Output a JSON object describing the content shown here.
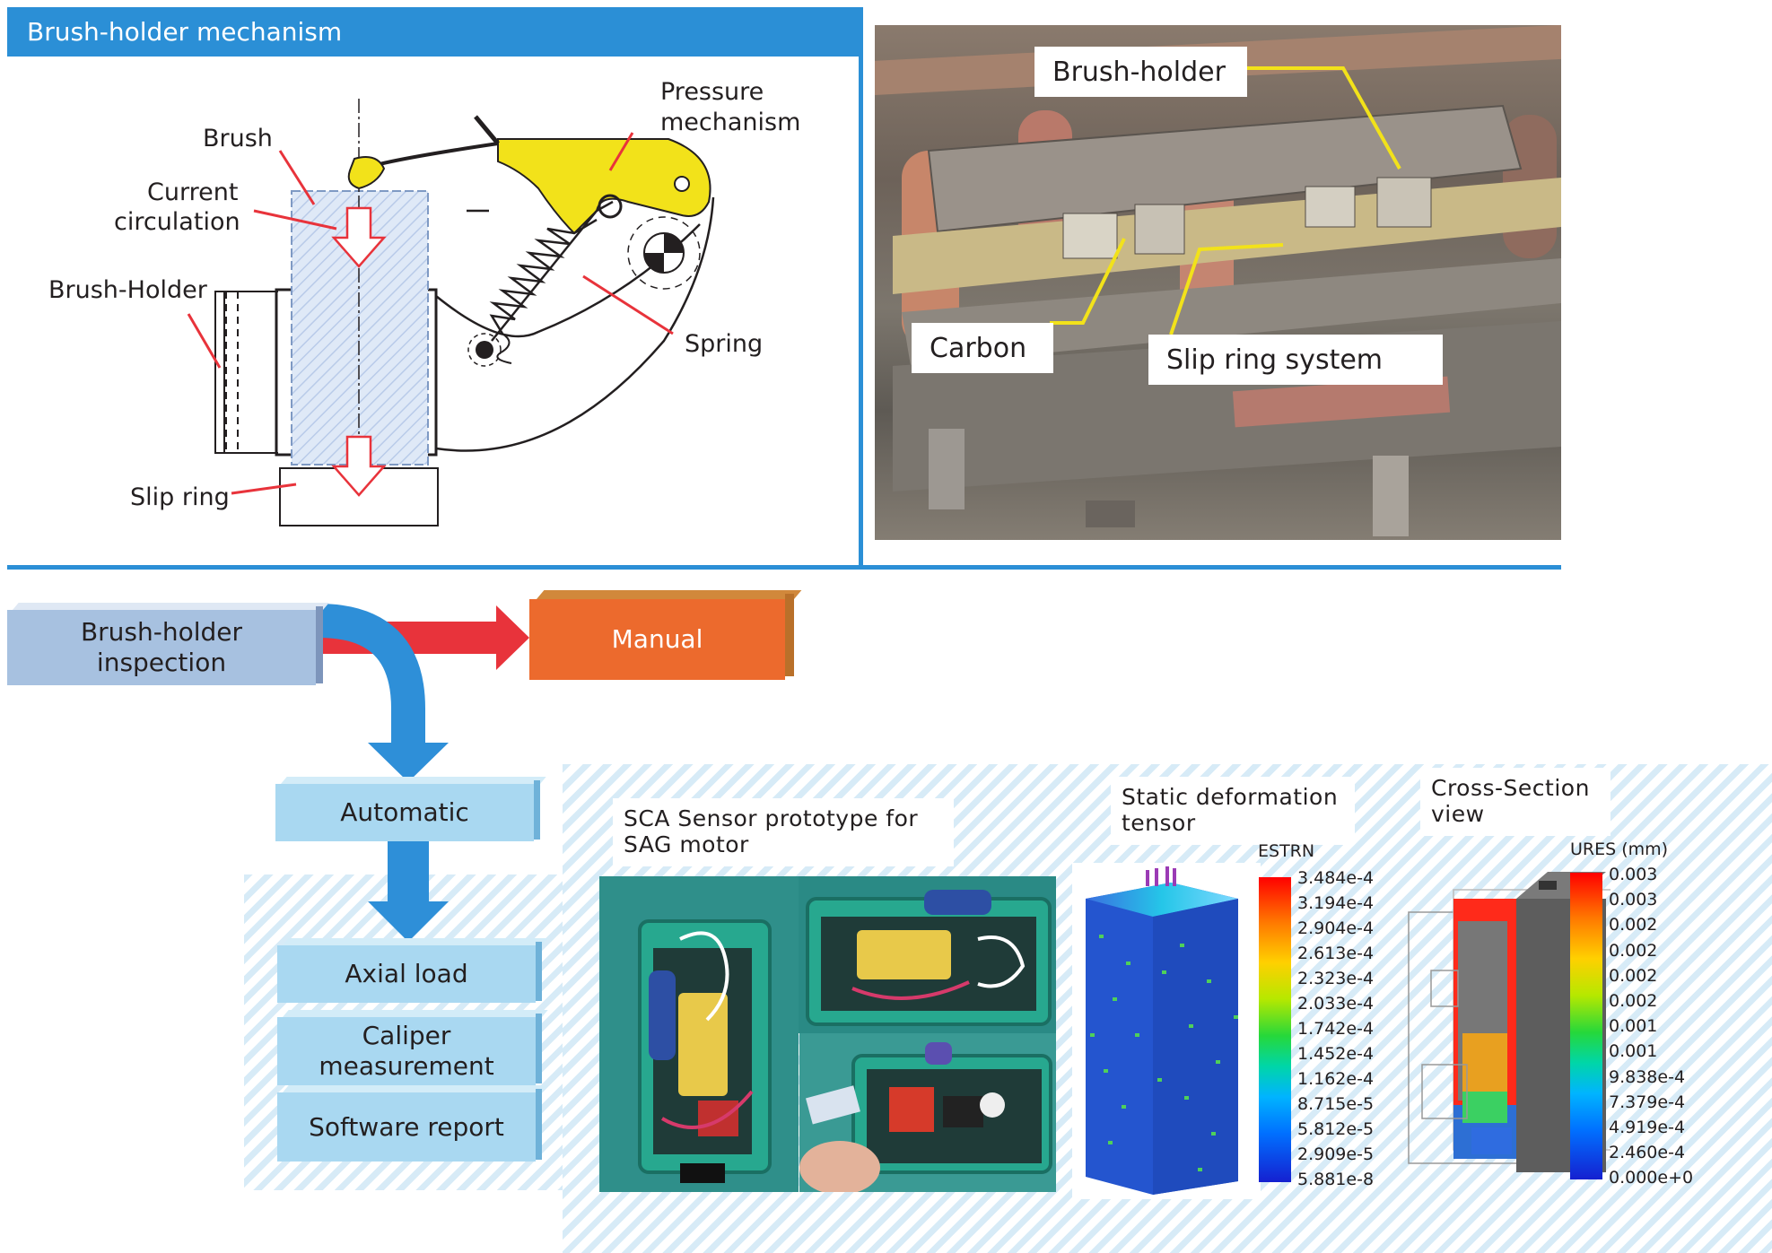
{
  "header": {
    "title": "Brush-holder mechanism"
  },
  "diagram_labels": {
    "brush": "Brush",
    "current_line1": "Current",
    "current_line2": "circulation",
    "pressure_line1": "Pressure",
    "pressure_line2": "mechanism",
    "brush_holder": "Brush-Holder",
    "spring": "Spring",
    "slip_ring": "Slip ring"
  },
  "photo_labels": {
    "brush_holder": "Brush-holder",
    "carbon": "Carbon",
    "slip_ring_system": "Slip ring system"
  },
  "flow": {
    "inspection_line1": "Brush-holder",
    "inspection_line2": "inspection",
    "manual": "Manual",
    "automatic": "Automatic",
    "axial_load": "Axial load",
    "caliper_line1": "Caliper",
    "caliper_line2": "measurement",
    "software_report": "Software report"
  },
  "panels": {
    "sensor_line1": "SCA Sensor prototype for",
    "sensor_line2": "SAG motor",
    "static_line1": "Static deformation",
    "static_line2": "tensor",
    "cross_line1": "Cross-Section",
    "cross_line2": "view"
  },
  "colorbars": {
    "estrn": {
      "title": "ESTRN",
      "ticks": [
        "3.484e-4",
        "3.194e-4",
        "2.904e-4",
        "2.613e-4",
        "2.323e-4",
        "2.033e-4",
        "1.742e-4",
        "1.452e-4",
        "1.162e-4",
        "8.715e-5",
        "5.812e-5",
        "2.909e-5",
        "5.881e-8"
      ]
    },
    "ures": {
      "title": "URES (mm)",
      "ticks": [
        "0.003",
        "0.003",
        "0.002",
        "0.002",
        "0.002",
        "0.002",
        "0.001",
        "0.001",
        "9.838e-4",
        "7.379e-4",
        "4.919e-4",
        "2.460e-4",
        "0.000e+0"
      ]
    }
  },
  "colors": {
    "title_blue": "#2b8fd6",
    "arrow_blue": "#2e8fd8",
    "arrow_red": "#e8333b",
    "manual_orange": "#ec6a2d",
    "box_light_blue": "#a9d8f1",
    "box_grey_blue": "#a7c1e0",
    "label_red": "#e8333b",
    "yellow": "#f2e21a"
  }
}
